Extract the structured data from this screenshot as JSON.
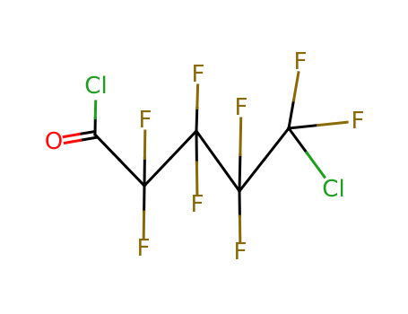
{
  "molecule": {
    "colors": {
      "bond": "#000000",
      "carbon": "#000000",
      "oxygen": "#ff0d0d",
      "chlorine": "#1f9f1f",
      "fluorine": "#8a6a08",
      "background": "#ffffff"
    },
    "atoms": [
      {
        "id": "C1",
        "element": "C",
        "label": ""
      },
      {
        "id": "O1",
        "element": "O",
        "label": "O"
      },
      {
        "id": "Cl1",
        "element": "Cl",
        "label": "Cl"
      },
      {
        "id": "C2",
        "element": "C",
        "label": ""
      },
      {
        "id": "F1",
        "element": "F",
        "label": "F"
      },
      {
        "id": "F2",
        "element": "F",
        "label": "F"
      },
      {
        "id": "C3",
        "element": "C",
        "label": ""
      },
      {
        "id": "F3",
        "element": "F",
        "label": "F"
      },
      {
        "id": "F4",
        "element": "F",
        "label": "F"
      },
      {
        "id": "C4",
        "element": "C",
        "label": ""
      },
      {
        "id": "F5",
        "element": "F",
        "label": "F"
      },
      {
        "id": "F6",
        "element": "F",
        "label": "F"
      },
      {
        "id": "C5",
        "element": "C",
        "label": ""
      },
      {
        "id": "F7",
        "element": "F",
        "label": "F"
      },
      {
        "id": "F8",
        "element": "F",
        "label": "F"
      },
      {
        "id": "Cl2",
        "element": "Cl",
        "label": "Cl"
      }
    ],
    "bonds": [
      {
        "from": "C1",
        "to": "O1",
        "order": 2
      },
      {
        "from": "C1",
        "to": "Cl1",
        "order": 1
      },
      {
        "from": "C1",
        "to": "C2",
        "order": 1
      },
      {
        "from": "C2",
        "to": "F1",
        "order": 1
      },
      {
        "from": "C2",
        "to": "F2",
        "order": 1
      },
      {
        "from": "C2",
        "to": "C3",
        "order": 1
      },
      {
        "from": "C3",
        "to": "F3",
        "order": 1
      },
      {
        "from": "C3",
        "to": "F4",
        "order": 1
      },
      {
        "from": "C3",
        "to": "C4",
        "order": 1
      },
      {
        "from": "C4",
        "to": "F5",
        "order": 1
      },
      {
        "from": "C4",
        "to": "F6",
        "order": 1
      },
      {
        "from": "C4",
        "to": "C5",
        "order": 1
      },
      {
        "from": "C5",
        "to": "F7",
        "order": 1
      },
      {
        "from": "C5",
        "to": "F8",
        "order": 1
      },
      {
        "from": "C5",
        "to": "Cl2",
        "order": 1
      }
    ]
  }
}
